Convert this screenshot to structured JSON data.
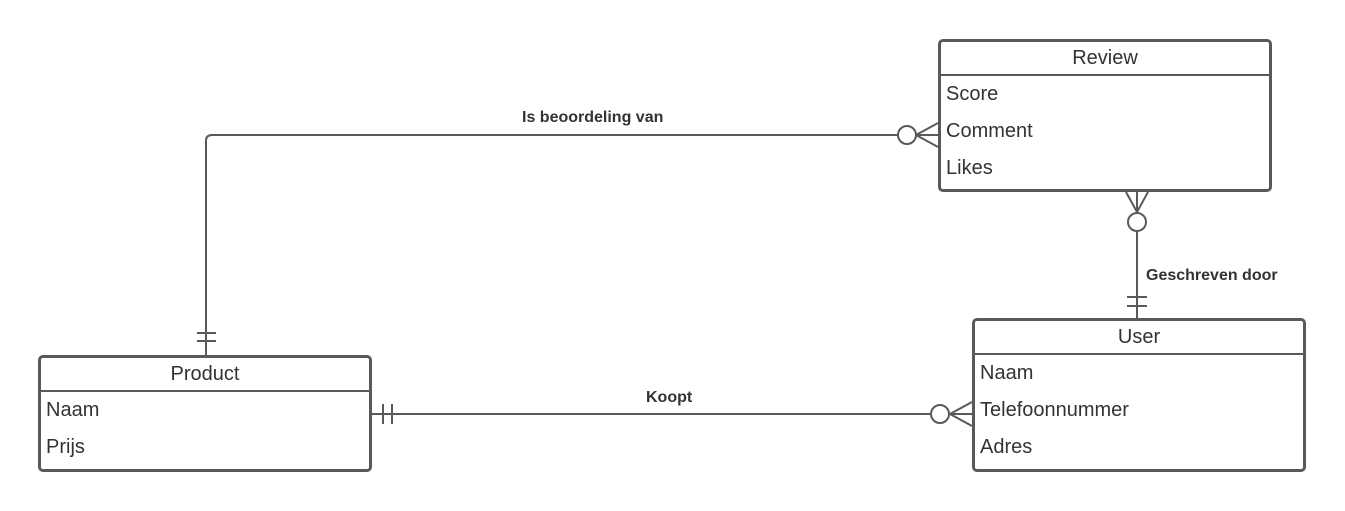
{
  "entities": {
    "review": {
      "title": "Review",
      "attributes": [
        "Score",
        "Comment",
        "Likes"
      ]
    },
    "product": {
      "title": "Product",
      "attributes": [
        "Naam",
        "Prijs"
      ]
    },
    "user": {
      "title": "User",
      "attributes": [
        "Naam",
        "Telefoonnummer",
        "Adres"
      ]
    }
  },
  "relationships": {
    "review_product": {
      "label": "Is beoordeling  van",
      "product_end": "exactly-one",
      "review_end": "zero-or-many"
    },
    "review_user": {
      "label": "Geschreven door",
      "review_end": "zero-or-many",
      "user_end": "exactly-one"
    },
    "product_user": {
      "label": "Koopt",
      "product_end": "exactly-one",
      "user_end": "zero-or-many"
    }
  },
  "colors": {
    "line": "#595959",
    "text": "#333333",
    "background": "#ffffff"
  }
}
